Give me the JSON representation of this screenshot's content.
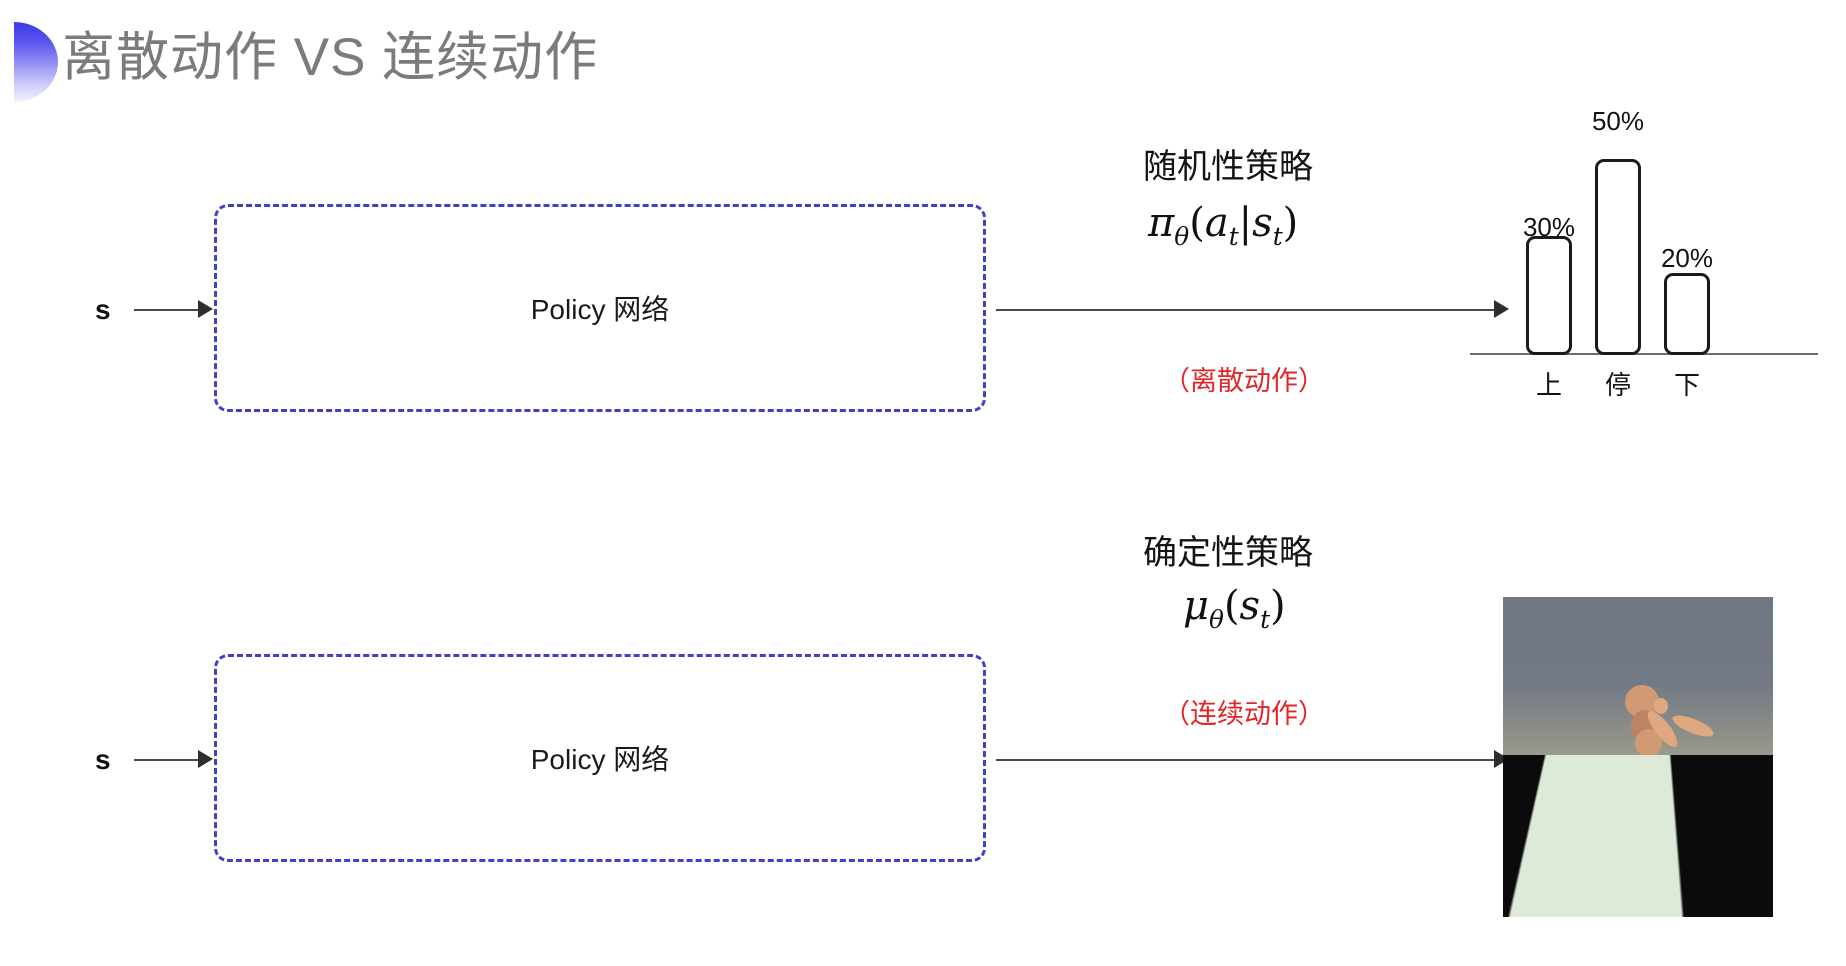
{
  "slide": {
    "title": "离散动作 VS 连续动作",
    "accent_color": "#3b37e8",
    "title_color": "#7b7b7b",
    "box_border_color": "#4340c8",
    "note_color": "#e02626",
    "background": "#ffffff"
  },
  "rows": [
    {
      "input_label": "s",
      "box_label": "Policy 网络",
      "policy_kind": "随机性策略",
      "formula": {
        "base": "π",
        "base_sub": "θ",
        "open": "(",
        "arg": "a",
        "arg_sub": "t",
        "bar": "|",
        "arg2": "s",
        "arg2_sub": "t",
        "close": ")",
        "plain": "π_θ(a_t|s_t)"
      },
      "note": "（离散动作）",
      "output_type": "bar-chart"
    },
    {
      "input_label": "s",
      "box_label": "Policy 网络",
      "policy_kind": "确定性策略",
      "formula": {
        "base": "μ",
        "base_sub": "θ",
        "open": "(",
        "arg": "s",
        "arg_sub": "t",
        "close": ")",
        "plain": "μ_θ(s_t)"
      },
      "note": "（连续动作）",
      "output_type": "humanoid-simulation"
    }
  ],
  "chart_data": {
    "type": "bar",
    "title": "",
    "categories": [
      "上",
      "停",
      "下"
    ],
    "values": [
      30,
      50,
      20
    ],
    "value_labels": [
      "30%",
      "50%",
      "20%"
    ],
    "xlabel": "",
    "ylabel": "",
    "ylim": [
      0,
      60
    ],
    "grid": false,
    "legend": "none",
    "bar_fill": "#ffffff",
    "bar_stroke": "#1a1a1a",
    "axis_color": "#6c6c6c"
  },
  "humanoid": {
    "caption": "",
    "alt": "MuJoCo Humanoid 仿真画面"
  }
}
